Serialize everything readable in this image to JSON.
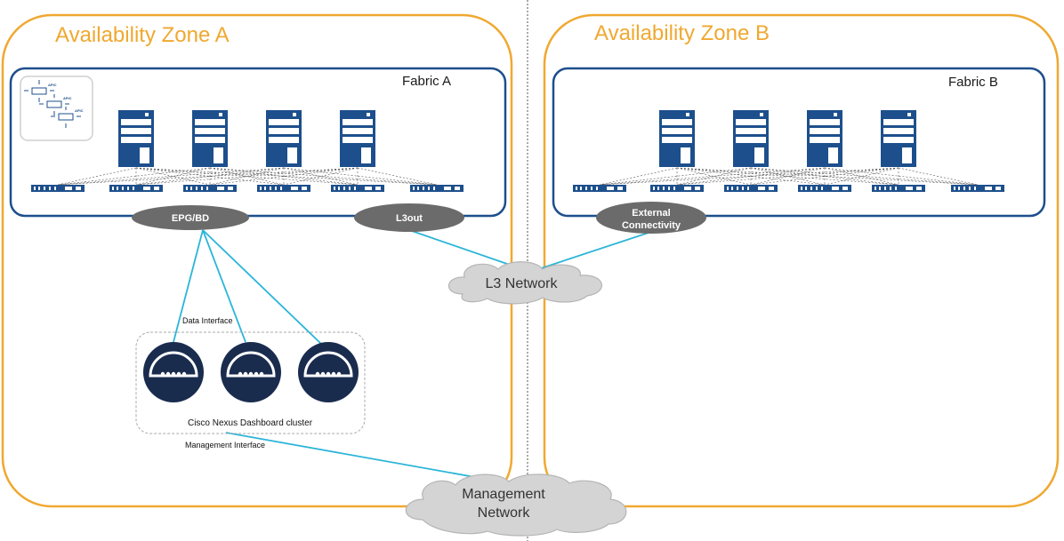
{
  "zones": [
    {
      "title": "Availability Zone A",
      "fabric": "Fabric A"
    },
    {
      "title": "Availability Zone B",
      "fabric": "Fabric B"
    }
  ],
  "apic": {
    "label": "APIC"
  },
  "pills": {
    "epg_bd": "EPG/BD",
    "l3out": "L3out",
    "external_line1": "External",
    "external_line2": "Connectivity"
  },
  "clouds": {
    "l3_network": "L3 Network",
    "mgmt_line1": "Management",
    "mgmt_line2": "Network"
  },
  "labels": {
    "data_interface": "Data Interface",
    "management_interface": "Management Interface",
    "cluster": "Cisco Nexus Dashboard cluster"
  },
  "colors": {
    "zone_border": "#f0a830",
    "fabric_border": "#1d4f8c",
    "device_blue": "#1d4f8c",
    "link_cyan": "#2bb5d8",
    "pill_gray": "#6b6b6b",
    "node_navy": "#1a2c4e"
  }
}
